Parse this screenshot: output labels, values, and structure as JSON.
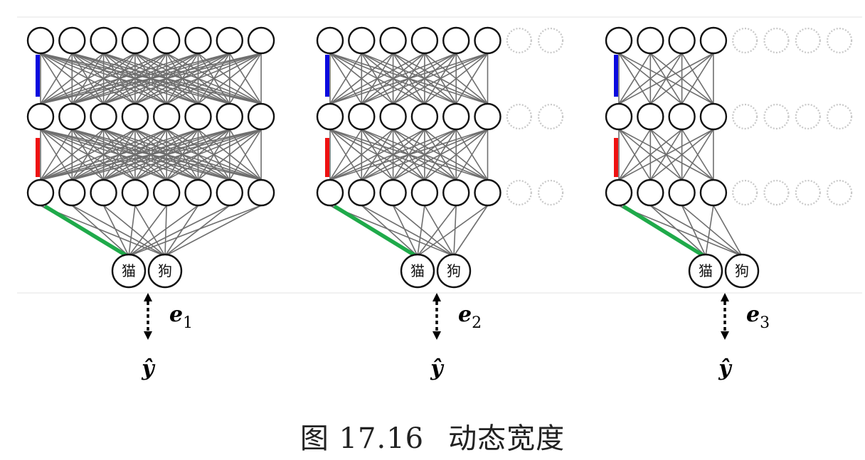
{
  "caption": {
    "prefix": "图 17.16",
    "title": "动态宽度"
  },
  "panels": [
    {
      "id": "panel-1",
      "active_neurons": 8,
      "total_neurons": 8,
      "error_sub": "1"
    },
    {
      "id": "panel-2",
      "active_neurons": 6,
      "total_neurons": 8,
      "error_sub": "2"
    },
    {
      "id": "panel-3",
      "active_neurons": 4,
      "total_neurons": 8,
      "error_sub": "3"
    }
  ],
  "labels": {
    "output_cat": "猫",
    "output_dog": "狗",
    "error_symbol": "e",
    "target_symbol": "ŷ"
  },
  "colors": {
    "edge": "#6e6e6e",
    "node_stroke": "#111111",
    "inactive": "#c8c8c8",
    "highlight_1": "#0a0adf",
    "highlight_2": "#ee1111",
    "highlight_3": "#1faa4a"
  }
}
